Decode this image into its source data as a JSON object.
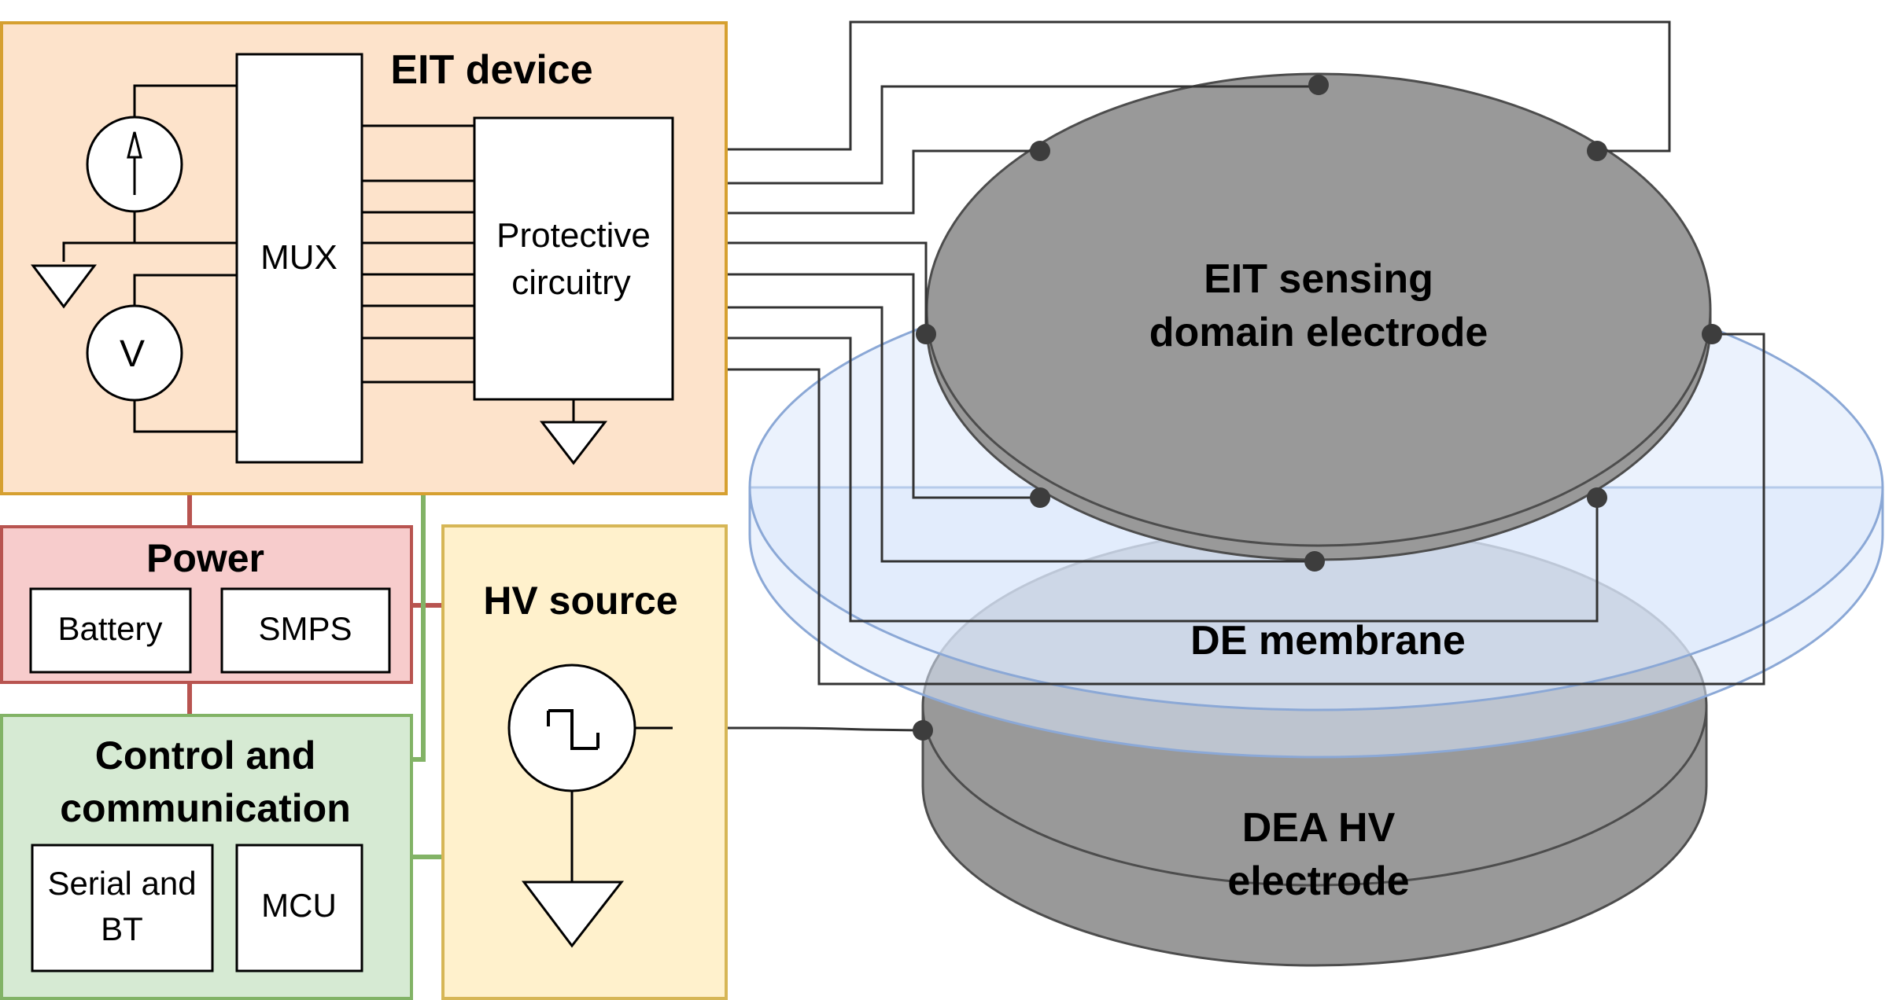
{
  "labels": {
    "eit_device": "EIT device",
    "mux": "MUX",
    "protective_1": "Protective",
    "protective_2": "circuitry",
    "voltmeter": "V",
    "power": "Power",
    "battery": "Battery",
    "smps": "SMPS",
    "control_1": "Control and",
    "control_2": "communication",
    "serial_1": "Serial and",
    "serial_2": "BT",
    "mcu": "MCU",
    "hv_source": "HV source",
    "eit_electrode_1": "EIT sensing",
    "eit_electrode_2": "domain electrode",
    "de_membrane": "DE membrane",
    "dea_1": "DEA HV",
    "dea_2": "electrode"
  },
  "colors": {
    "eit_device_fill": "#fde3cb",
    "eit_device_stroke": "#d6a030",
    "power_fill": "#f7cccc",
    "power_stroke": "#b85450",
    "control_fill": "#d6ead3",
    "control_stroke": "#82b366",
    "hv_fill": "#fff1cc",
    "hv_stroke": "#d6b656",
    "electrode_fill": "#999999",
    "electrode_stroke": "#4d4d4d",
    "membrane_fill": "#dae8fc",
    "membrane_stroke": "#6c8ebf"
  }
}
